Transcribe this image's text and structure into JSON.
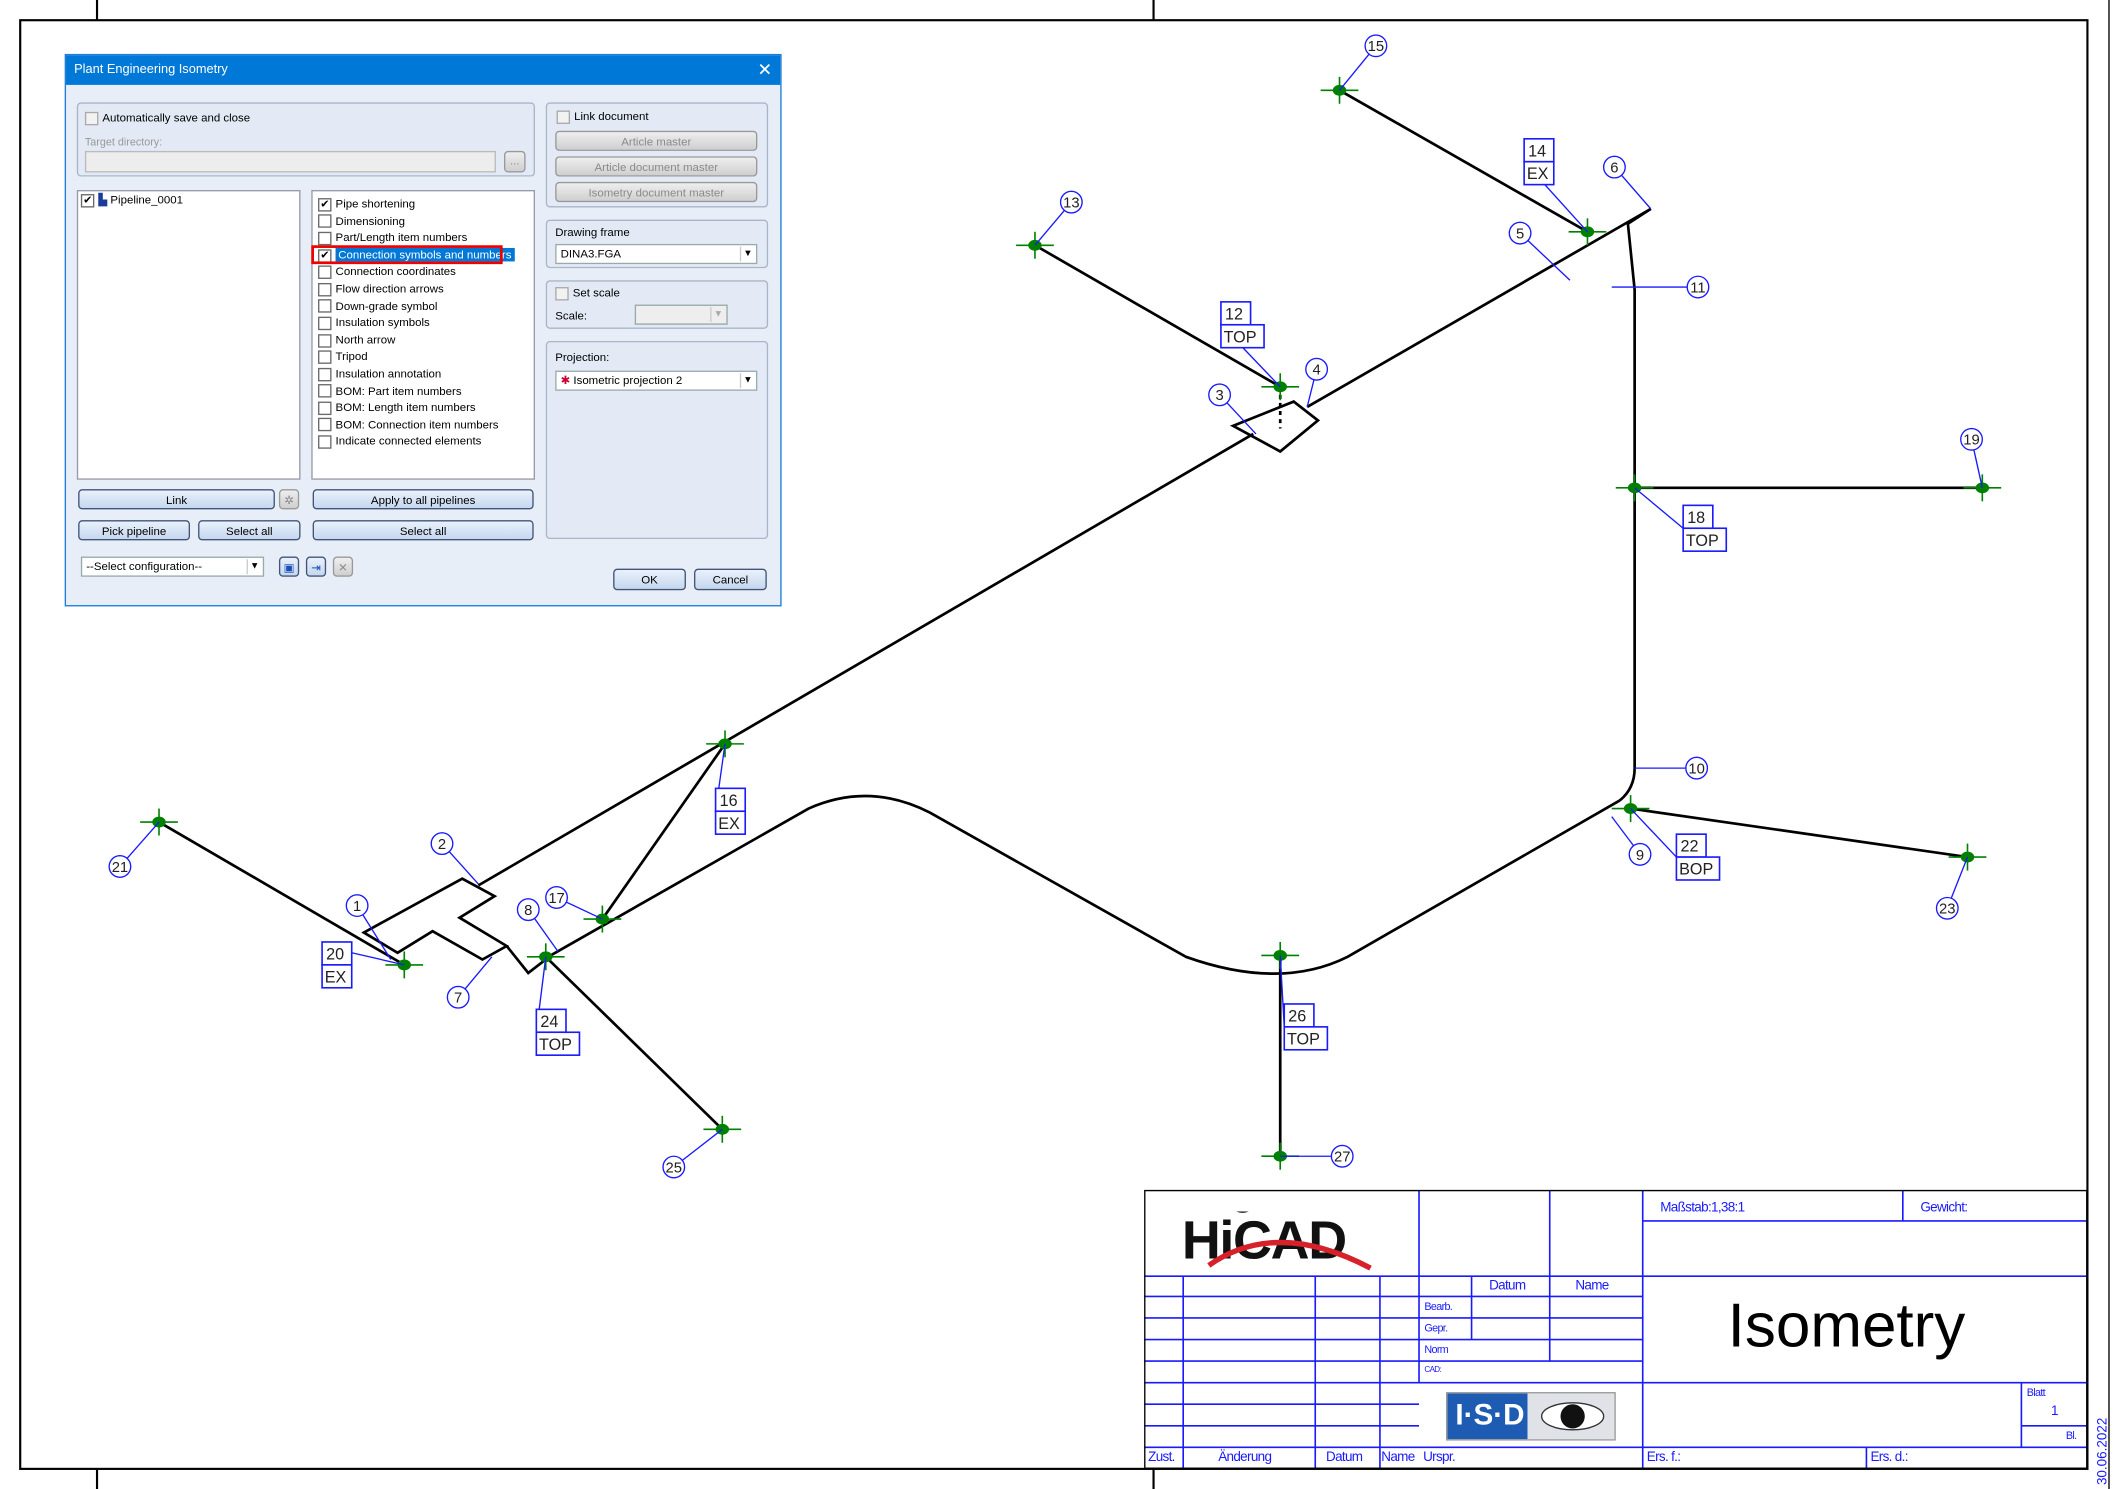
{
  "dialog": {
    "title": "Plant Engineering Isometry",
    "auto_save_label": "Automatically save and close",
    "auto_save_checked": false,
    "target_directory_label": "Target directory:",
    "target_directory_value": "",
    "browse_label": "...",
    "pipelines": [
      {
        "label": "Pipeline_0001",
        "checked": true
      }
    ],
    "options": [
      {
        "label": "Pipe shortening",
        "checked": true
      },
      {
        "label": "Dimensioning",
        "checked": false
      },
      {
        "label": "Part/Length item numbers",
        "checked": false
      },
      {
        "label": "Connection symbols and numbers",
        "checked": true,
        "highlighted": true
      },
      {
        "label": "Connection coordinates",
        "checked": false
      },
      {
        "label": "Flow direction arrows",
        "checked": false
      },
      {
        "label": "Down-grade symbol",
        "checked": false
      },
      {
        "label": "Insulation symbols",
        "checked": false
      },
      {
        "label": "North arrow",
        "checked": false
      },
      {
        "label": "Tripod",
        "checked": false
      },
      {
        "label": "Insulation annotation",
        "checked": false
      },
      {
        "label": "BOM: Part item numbers",
        "checked": false
      },
      {
        "label": "BOM: Length item numbers",
        "checked": false
      },
      {
        "label": "BOM: Connection item numbers",
        "checked": false
      },
      {
        "label": "Indicate connected elements",
        "checked": false
      }
    ],
    "link_document_label": "Link document",
    "article_master_label": "Article master",
    "article_document_master_label": "Article document master",
    "isometry_document_master_label": "Isometry document master",
    "drawing_frame_label": "Drawing frame",
    "drawing_frame_value": "DINA3.FGA",
    "set_scale_label": "Set scale",
    "scale_label": "Scale:",
    "scale_value": "",
    "projection_label": "Projection:",
    "projection_value": "Isometric projection 2",
    "link_label": "Link",
    "apply_all_label": "Apply to all pipelines",
    "pick_pipeline_label": "Pick pipeline",
    "select_all_left_label": "Select all",
    "select_all_right_label": "Select all",
    "config_value": "--Select configuration--",
    "ok_label": "OK",
    "cancel_label": "Cancel"
  },
  "drawing": {
    "circle_labels": [
      "1",
      "2",
      "3",
      "4",
      "5",
      "6",
      "7",
      "8",
      "9",
      "10",
      "11",
      "13",
      "15",
      "17",
      "19",
      "21",
      "23",
      "25",
      "27"
    ],
    "box_labels": [
      {
        "num": "12",
        "tag": "TOP"
      },
      {
        "num": "14",
        "tag": "EX"
      },
      {
        "num": "16",
        "tag": "EX"
      },
      {
        "num": "18",
        "tag": "TOP"
      },
      {
        "num": "20",
        "tag": "EX"
      },
      {
        "num": "22",
        "tag": "BOP"
      },
      {
        "num": "24",
        "tag": "TOP"
      },
      {
        "num": "26",
        "tag": "TOP"
      }
    ],
    "date": "30.06.2022",
    "colors": {
      "pipe": "#000000",
      "annotation": "#1a1aff",
      "node": "#008000"
    }
  },
  "title_block": {
    "logo_hicad": "HiCAD",
    "logo_isd": "I·S·D",
    "scale": "Maßstab:1,38:1",
    "weight": "Gewicht:",
    "datum": "Datum",
    "name": "Name",
    "bearb": "Bearb.",
    "gepr": "Gepr.",
    "norm": "Norm",
    "cad": "CAD:",
    "title": "Isometry",
    "blatt": "Blatt",
    "blatt_num": "1",
    "bl": "Bl.",
    "zust": "Zust.",
    "aenderung": "Änderung",
    "datum2": "Datum",
    "name2": "Name",
    "urspr": "Urspr.",
    "ers_f": "Ers. f.:",
    "ers_d": "Ers. d.:"
  }
}
